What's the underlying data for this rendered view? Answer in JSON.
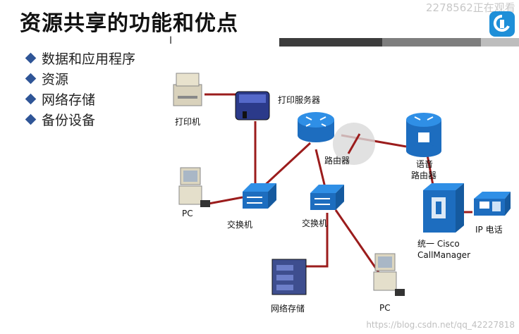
{
  "slide": {
    "title": "资源共享的功能和优点",
    "overlay_id": "2278562正在观看",
    "bullets": [
      "数据和应用程序",
      "资源",
      "网络存储",
      "备份设备"
    ],
    "watermark": "https://blog.csdn.net/qq_42227818"
  },
  "diagram": {
    "labels": {
      "printer": "打印机",
      "print_server": "打印服务器",
      "router": "路由器",
      "voice_router_line1": "语音",
      "voice_router_line2": "路由器",
      "pc_left": "PC",
      "switch_left": "交换机",
      "switch_center": "交换机",
      "nas": "网络存储",
      "pc_bottom": "PC",
      "callmanager_line1": "统一 Cisco",
      "callmanager_line2": "CallManager",
      "ip_phone": "IP 电话"
    },
    "colors": {
      "link": "#9b1c1c",
      "device_blue": "#2f7fd6",
      "bullet": "#2f5597"
    }
  }
}
